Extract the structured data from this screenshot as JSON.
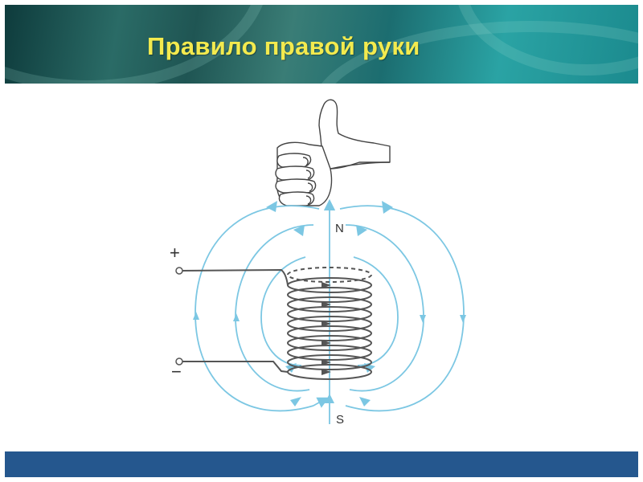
{
  "slide": {
    "title": "Правило правой руки"
  },
  "diagram": {
    "labels": {
      "north": "N",
      "south": "S",
      "plus": "+",
      "minus": "−"
    }
  },
  "colors": {
    "title": "#f3ea4e",
    "field_lines": "#7cc7e3",
    "coil": "#555555",
    "footer": "#25578e"
  },
  "icons": {
    "hand": "thumbs-up-hand-icon"
  }
}
